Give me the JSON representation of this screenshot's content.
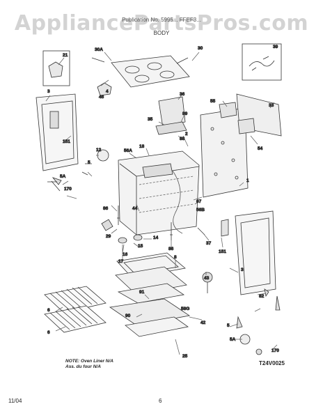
{
  "watermark": "AppliancePartsPros.com",
  "header": "Publication No. 5995... FFEF3...",
  "section_title": "BODY",
  "callouts": [
    {
      "id": "21",
      "name": "callout-21"
    },
    {
      "id": "30A",
      "name": "callout-30a"
    },
    {
      "id": "30",
      "name": "callout-30"
    },
    {
      "id": "39",
      "name": "callout-39"
    },
    {
      "id": "3",
      "name": "callout-3-top"
    },
    {
      "id": "4",
      "name": "callout-4"
    },
    {
      "id": "46",
      "name": "callout-46"
    },
    {
      "id": "36",
      "name": "callout-36"
    },
    {
      "id": "55",
      "name": "callout-55"
    },
    {
      "id": "33",
      "name": "callout-33"
    },
    {
      "id": "89",
      "name": "callout-89"
    },
    {
      "id": "35",
      "name": "callout-35"
    },
    {
      "id": "88",
      "name": "callout-88"
    },
    {
      "id": "151",
      "name": "callout-151-top"
    },
    {
      "id": "12",
      "name": "callout-12"
    },
    {
      "id": "56A",
      "name": "callout-56a"
    },
    {
      "id": "18",
      "name": "callout-18"
    },
    {
      "id": "2",
      "name": "callout-2"
    },
    {
      "id": "54",
      "name": "callout-54"
    },
    {
      "id": "5",
      "name": "callout-5-top"
    },
    {
      "id": "5A",
      "name": "callout-5a-top"
    },
    {
      "id": "170",
      "name": "callout-170-top"
    },
    {
      "id": "1",
      "name": "callout-1"
    },
    {
      "id": "67",
      "name": "callout-67"
    },
    {
      "id": "56B",
      "name": "callout-56b"
    },
    {
      "id": "86",
      "name": "callout-86-left"
    },
    {
      "id": "44",
      "name": "callout-44"
    },
    {
      "id": "29",
      "name": "callout-29"
    },
    {
      "id": "14",
      "name": "callout-14"
    },
    {
      "id": "37",
      "name": "callout-37"
    },
    {
      "id": "15",
      "name": "callout-15"
    },
    {
      "id": "16",
      "name": "callout-16"
    },
    {
      "id": "86",
      "name": "callout-86-right"
    },
    {
      "id": "151",
      "name": "callout-151-bottom"
    },
    {
      "id": "17",
      "name": "callout-17"
    },
    {
      "id": "8",
      "name": "callout-8"
    },
    {
      "id": "3",
      "name": "callout-3-bottom"
    },
    {
      "id": "43",
      "name": "callout-43"
    },
    {
      "id": "91",
      "name": "callout-91"
    },
    {
      "id": "82",
      "name": "callout-82"
    },
    {
      "id": "6",
      "name": "callout-6-top"
    },
    {
      "id": "58G",
      "name": "callout-58g"
    },
    {
      "id": "90",
      "name": "callout-90"
    },
    {
      "id": "6",
      "name": "callout-6-bottom"
    },
    {
      "id": "42",
      "name": "callout-42"
    },
    {
      "id": "5",
      "name": "callout-5-bottom"
    },
    {
      "id": "170",
      "name": "callout-170-bottom"
    },
    {
      "id": "5A",
      "name": "callout-5a-bottom"
    },
    {
      "id": "25",
      "name": "callout-25"
    }
  ],
  "note_line1": "NOTE: Oven Liner N/A",
  "note_line2": "Ass. du four N/A",
  "diagram_code": "T24V0025",
  "date": "11/04",
  "page_number": "6"
}
